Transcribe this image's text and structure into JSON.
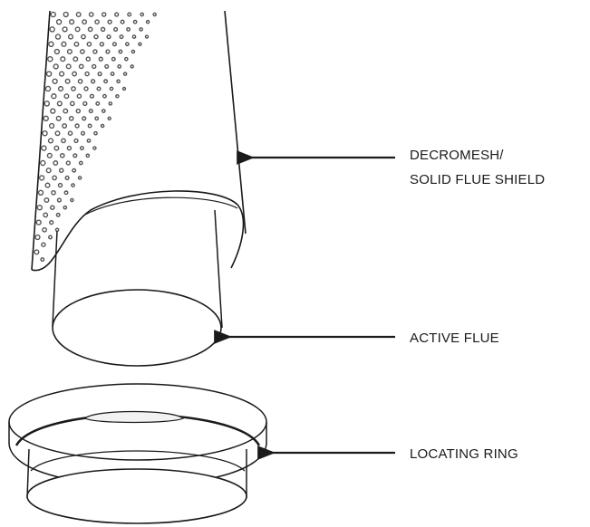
{
  "colors": {
    "stroke": "#1a1a1a",
    "mesh": "#555555",
    "background": "#ffffff"
  },
  "labels": {
    "shield": {
      "line1": "DECROMESH/",
      "line2": "SOLID FLUE SHIELD"
    },
    "active_flue": "ACTIVE FLUE",
    "locating_ring": "LOCATING RING"
  },
  "icons": {
    "arrow": "arrow-left-icon"
  }
}
